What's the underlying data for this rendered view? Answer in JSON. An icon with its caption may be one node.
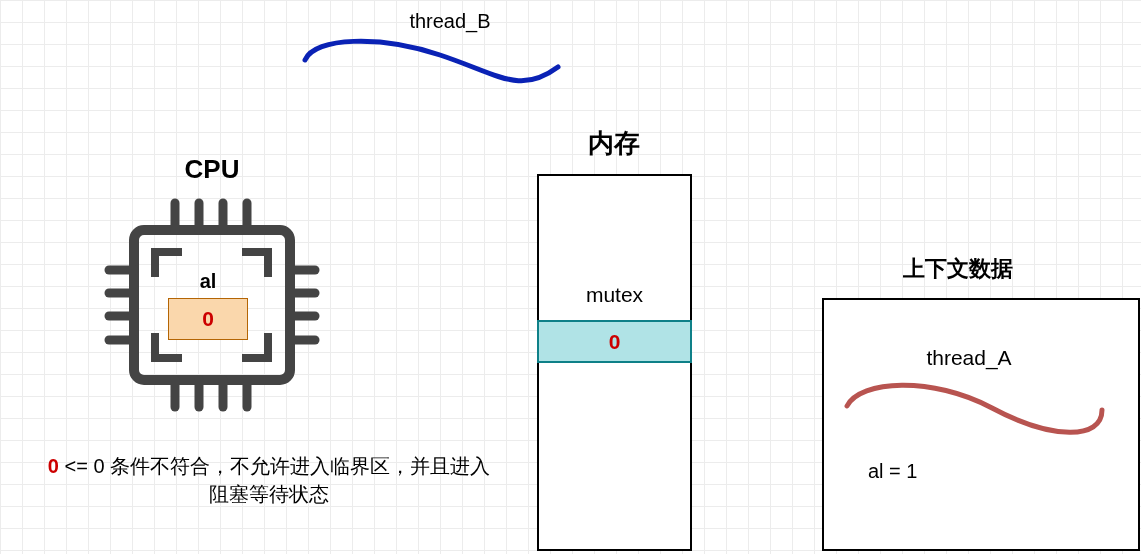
{
  "diagram": {
    "nodes": [
      {
        "text": [
          "CPU"
        ]
      },
      {
        "text": [
          "al",
          "0"
        ],
        "in": 0
      },
      {
        "text": [
          "内存"
        ]
      },
      {
        "text": [
          "mutex",
          "0"
        ],
        "in": 2
      },
      {
        "text": [
          "上下文数据",
          "thread_A",
          "al = 1"
        ]
      }
    ],
    "labels": [
      "thread_B",
      "**0** <= 0 条件不符合，不允许进入临界区，并且进入阻塞等待状态"
    ]
  }
}
